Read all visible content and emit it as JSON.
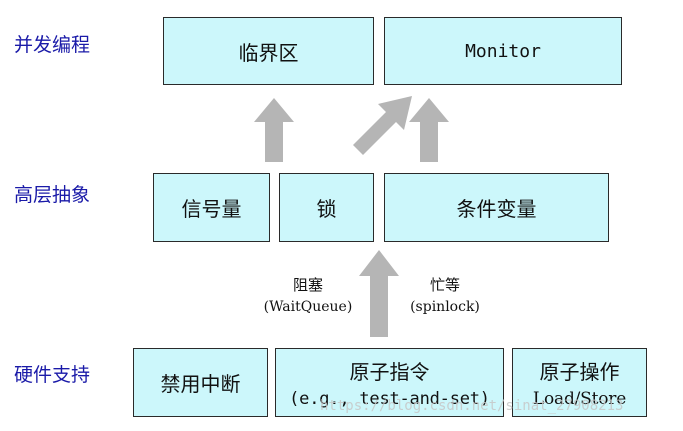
{
  "rows": {
    "concurrent": "并发编程",
    "high_level": "高层抽象",
    "hardware": "硬件支持"
  },
  "boxes": {
    "critical_section": "临界区",
    "monitor": "Monitor",
    "semaphore": "信号量",
    "lock": "锁",
    "condition_variable": "条件变量",
    "disable_interrupts": "禁用中断",
    "atomic_instruction": "原子指令",
    "atomic_instruction_example": "(e.g., test-and-set)",
    "atomic_operation": "原子操作",
    "atomic_operation_example": "Load/Store"
  },
  "edge_labels": {
    "blocking": "阻塞",
    "blocking_sub": "(WaitQueue)",
    "busy_wait": "忙等",
    "busy_wait_sub": "(spinlock)"
  },
  "watermark": "https://blog.csdn.net/sinat_27908213",
  "colors": {
    "box_fill": "#ccf7fb",
    "arrow": "#b5b5b5",
    "row_label": "#1a1aa8"
  }
}
